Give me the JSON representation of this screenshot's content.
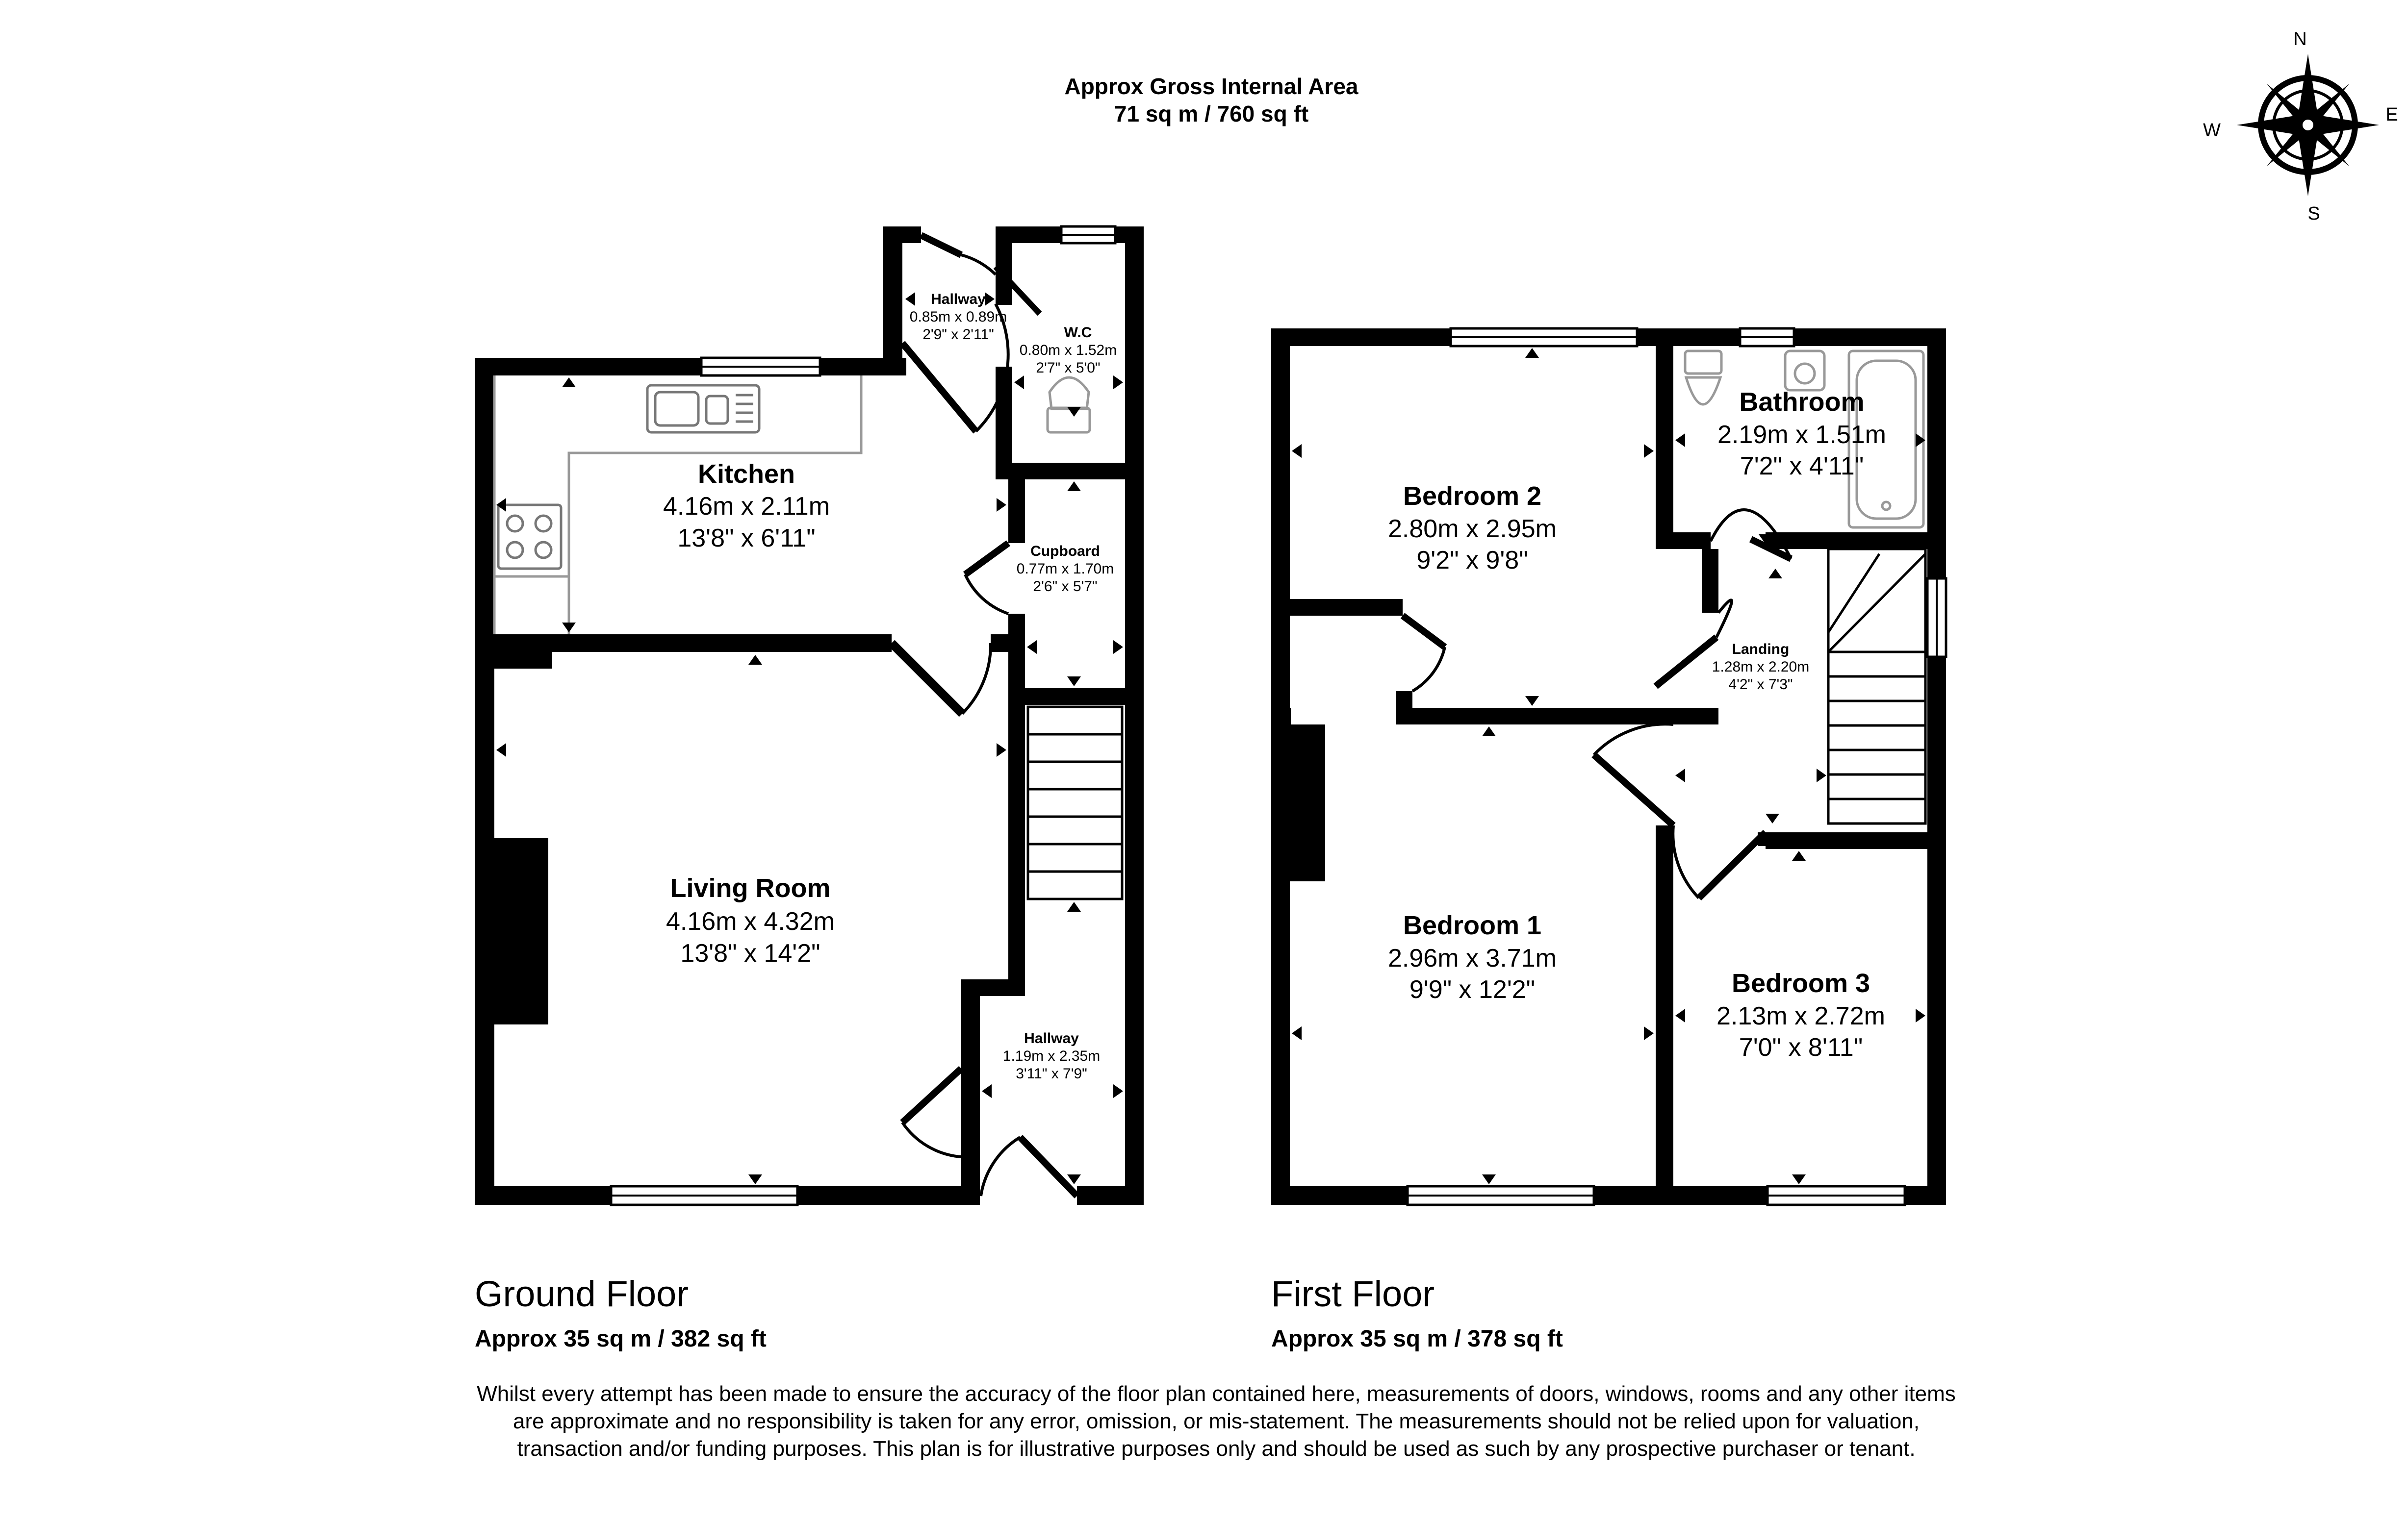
{
  "header": {
    "title": "Approx Gross Internal Area",
    "area": "71 sq m / 760 sq ft"
  },
  "compass": {
    "n": "N",
    "e": "E",
    "s": "S",
    "w": "W",
    "icon": "compass-rose-icon"
  },
  "ground_floor": {
    "title": "Ground Floor",
    "area": "Approx 35 sq m / 382 sq ft",
    "rooms": {
      "kitchen": {
        "name": "Kitchen",
        "metric": "4.16m x 2.11m",
        "imperial": "13'8\" x 6'11\""
      },
      "living_room": {
        "name": "Living Room",
        "metric": "4.16m x 4.32m",
        "imperial": "13'8\" x 14'2\""
      },
      "hallway_small": {
        "name": "Hallway",
        "metric": "0.85m x 0.89m",
        "imperial": "2'9\" x 2'11\""
      },
      "wc": {
        "name": "W.C",
        "metric": "0.80m x 1.52m",
        "imperial": "2'7\" x 5'0\""
      },
      "cupboard": {
        "name": "Cupboard",
        "metric": "0.77m x 1.70m",
        "imperial": "2'6\" x 5'7\""
      },
      "hallway": {
        "name": "Hallway",
        "metric": "1.19m x 2.35m",
        "imperial": "3'11\" x 7'9\""
      }
    }
  },
  "first_floor": {
    "title": "First Floor",
    "area": "Approx 35 sq m / 378 sq ft",
    "rooms": {
      "bedroom_2": {
        "name": "Bedroom 2",
        "metric": "2.80m x 2.95m",
        "imperial": "9'2\" x 9'8\""
      },
      "bathroom": {
        "name": "Bathroom",
        "metric": "2.19m x 1.51m",
        "imperial": "7'2\" x 4'11\""
      },
      "landing": {
        "name": "Landing",
        "metric": "1.28m x 2.20m",
        "imperial": "4'2\" x 7'3\""
      },
      "bedroom_1": {
        "name": "Bedroom 1",
        "metric": "2.96m x 3.71m",
        "imperial": "9'9\" x 12'2\""
      },
      "bedroom_3": {
        "name": "Bedroom 3",
        "metric": "2.13m x 2.72m",
        "imperial": "7'0\" x 8'11\""
      }
    }
  },
  "disclaimer": "Whilst every attempt has been made to ensure the accuracy of the floor plan contained here, measurements of doors, windows, rooms and any other items are approximate and no responsibility is taken for any error, omission, or mis-statement. The measurements should not be relied upon for valuation, transaction and/or funding purposes. This plan is for illustrative purposes only and should be used as such by any prospective purchaser or tenant.",
  "colors": {
    "wall": "#000000",
    "background": "#ffffff",
    "fixture": "#999999"
  }
}
